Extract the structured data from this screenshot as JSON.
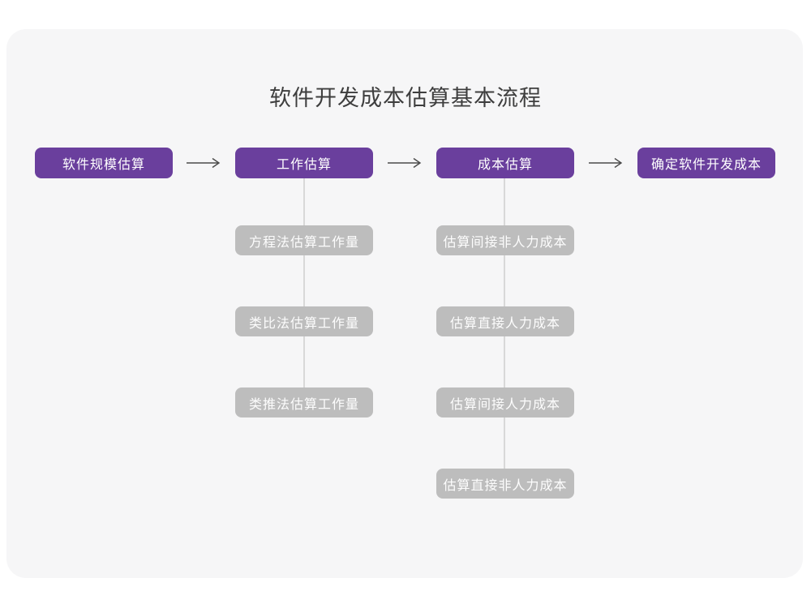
{
  "title": "软件开发成本估算基本流程",
  "colors": {
    "canvas_bg": "#ffffff",
    "card_bg": "#f6f6f7",
    "main_node": "#6a3f9d",
    "sub_node": "#bdbdbd",
    "node_text": "#ffffff",
    "connector": "#d8d8d8",
    "arrow": "#4a4a4a",
    "title_text": "#3e3e3e"
  },
  "flow": {
    "main": [
      {
        "label": "软件规模估算"
      },
      {
        "label": "工作估算"
      },
      {
        "label": "成本估算"
      },
      {
        "label": "确定软件开发成本"
      }
    ],
    "work_estimation_methods": [
      {
        "label": "方程法估算工作量"
      },
      {
        "label": "类比法估算工作量"
      },
      {
        "label": "类推法估算工作量"
      }
    ],
    "cost_estimation_steps": [
      {
        "label": "估算间接非人力成本"
      },
      {
        "label": "估算直接人力成本"
      },
      {
        "label": "估算间接人力成本"
      },
      {
        "label": "估算直接非人力成本"
      }
    ]
  }
}
